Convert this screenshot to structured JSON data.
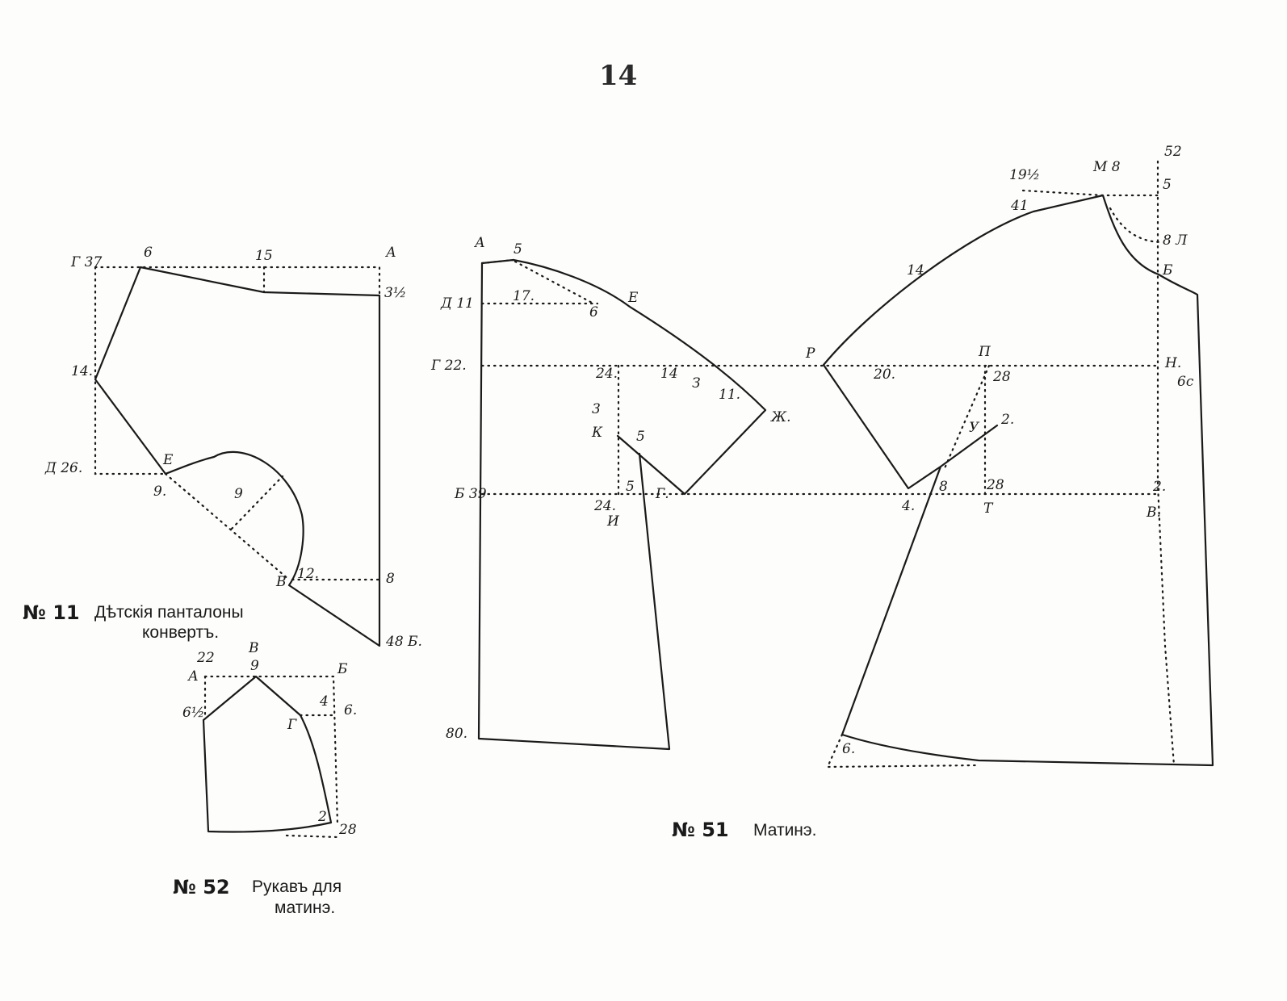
{
  "page_number": "14",
  "figures": {
    "fig11": {
      "caption_number": "№ 11",
      "caption_line1": "Дѣтскія панталоны",
      "caption_line2": "конвертъ.",
      "labels": {
        "g37": "Г 37",
        "six": "6",
        "fifteen": "15",
        "a": "А",
        "three_half": "3½",
        "fourteen": "14.",
        "d26": "Д 26.",
        "e": "Е",
        "nine_left": "9.",
        "nine_mid": "9",
        "v": "В",
        "twelve": "12.",
        "eight": "8",
        "b48": "48 Б."
      }
    },
    "fig51": {
      "caption_number": "№ 51",
      "caption_text": "Матинэ.",
      "labels": {
        "a": "А",
        "five_top": "5",
        "d11": "Д 11",
        "seventeen": "17.",
        "six_mid": "6",
        "e": "Е",
        "g22": "Г 22.",
        "twentyfour_top": "24.",
        "fourteen_mid": "14",
        "z": "З",
        "eleven": "11.",
        "zh": "Ж.",
        "three": "3",
        "k": "К",
        "five_k": "5",
        "b39": "Б 39",
        "five_low": "5",
        "twentyfour_low": "24.",
        "i": "И",
        "gamma": "Г.",
        "eighty": "80.",
        "nineteen_half": "19½",
        "m8": "М 8",
        "fiftytwo": "52",
        "five_right": "5",
        "forty_one": "41",
        "eight_l": "8 Л",
        "b_right": "Б",
        "fourteen_back": "14",
        "r": "Р",
        "twenty": "20.",
        "p": "П",
        "twentyeight_top": "28",
        "n": "Н.",
        "six_r": "6с",
        "u": "У",
        "two": "2.",
        "four": "4.",
        "eight_mid": "8",
        "twentyeight_low": "28",
        "t": "Т",
        "two_right": "2.",
        "v_right": "В.",
        "six_bottom": "6."
      }
    },
    "fig52": {
      "caption_number": "№ 52",
      "caption_line1": "Рукавъ для",
      "caption_line2": "матинэ.",
      "labels": {
        "twentytwo": "22",
        "v": "В",
        "a": "А",
        "nine": "9",
        "b": "Б",
        "six_half": "6½",
        "g": "Г",
        "four": "4",
        "six": "6.",
        "two": "2",
        "twentyeight": "28"
      }
    }
  }
}
